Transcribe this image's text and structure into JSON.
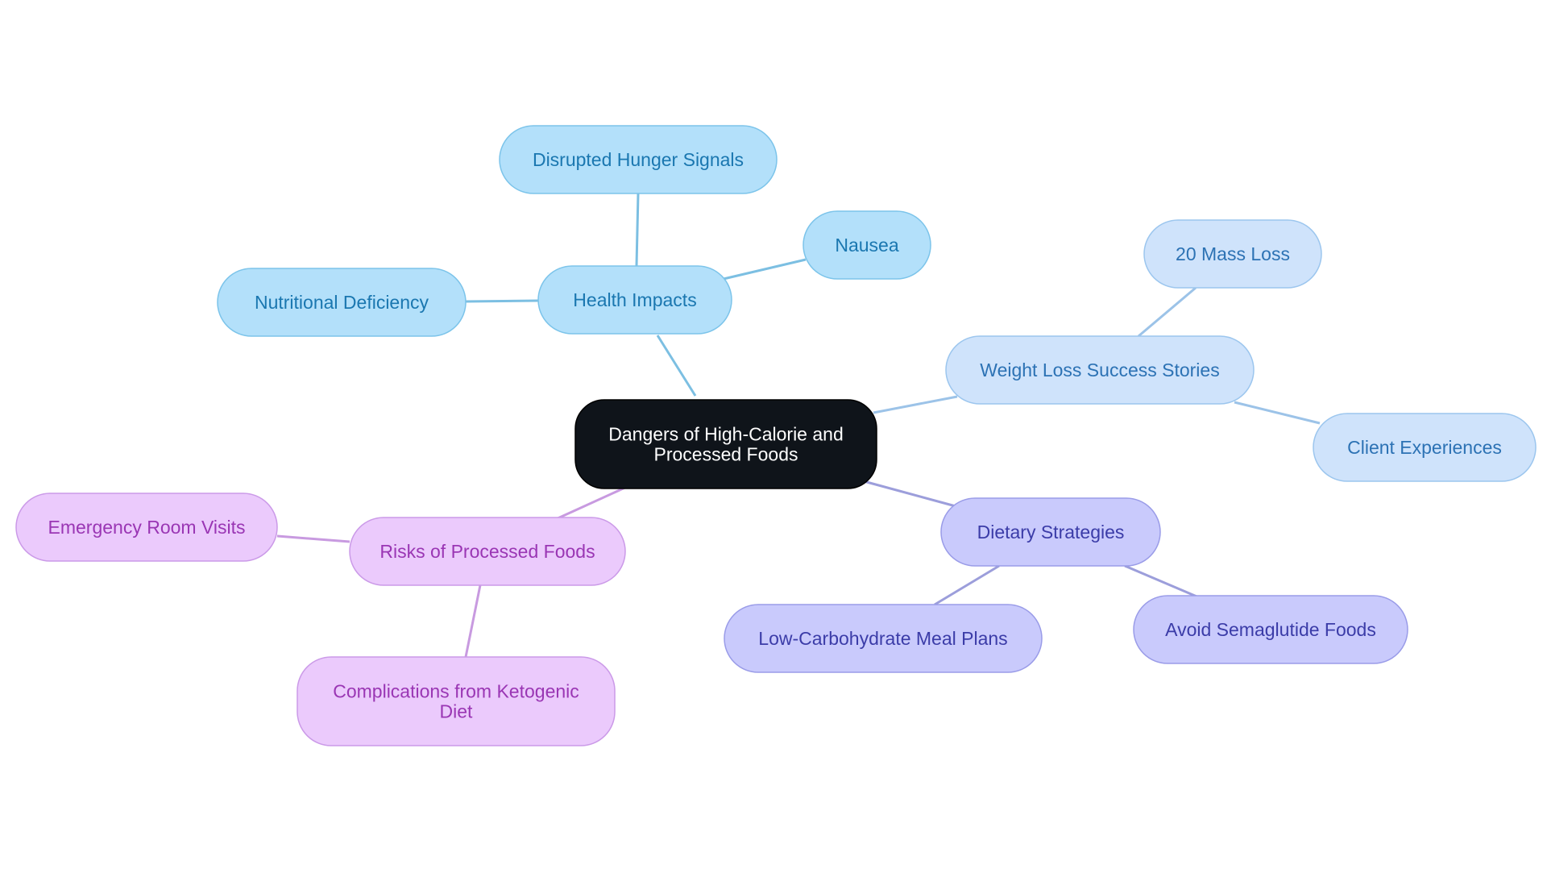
{
  "root": {
    "label": "Dangers of High-Calorie and Processed Foods",
    "lines": [
      "Dangers of High-Calorie and",
      "Processed Foods"
    ],
    "fill": "#0f141a",
    "stroke": "#000000",
    "text_color": "#ffffff"
  },
  "branches": [
    {
      "id": "health",
      "label": "Health Impacts",
      "fill": "#b3e0fa",
      "stroke": "#7cc4ea",
      "text_color": "#1a77b0",
      "edge_color": "#7cbfe2",
      "children": [
        {
          "id": "hunger",
          "label": "Disrupted Hunger Signals"
        },
        {
          "id": "nausea",
          "label": "Nausea"
        },
        {
          "id": "nutrition",
          "label": "Nutritional Deficiency"
        }
      ]
    },
    {
      "id": "weight",
      "label": "Weight Loss Success Stories",
      "fill": "#cfe3fb",
      "stroke": "#9cc6ee",
      "text_color": "#2c72b4",
      "edge_color": "#9cc3e8",
      "children": [
        {
          "id": "mass",
          "label": "20 Mass Loss"
        },
        {
          "id": "client",
          "label": "Client Experiences"
        }
      ]
    },
    {
      "id": "dietary",
      "label": "Dietary Strategies",
      "fill": "#c9cafc",
      "stroke": "#9a9ce8",
      "text_color": "#3b3ca8",
      "edge_color": "#9c9edb",
      "children": [
        {
          "id": "lowcarb",
          "label": "Low-Carbohydrate Meal Plans"
        },
        {
          "id": "avoid",
          "label": "Avoid Semaglutide Foods"
        }
      ]
    },
    {
      "id": "risks",
      "label": "Risks of Processed Foods",
      "fill": "#ebcafc",
      "stroke": "#cb9ae8",
      "text_color": "#9a36b4",
      "edge_color": "#c89ae0",
      "children": [
        {
          "id": "er",
          "label": "Emergency Room Visits"
        },
        {
          "id": "keto",
          "label": "Complications from Ketogenic Diet",
          "lines": [
            "Complications from Ketogenic",
            "Diet"
          ]
        }
      ]
    }
  ]
}
